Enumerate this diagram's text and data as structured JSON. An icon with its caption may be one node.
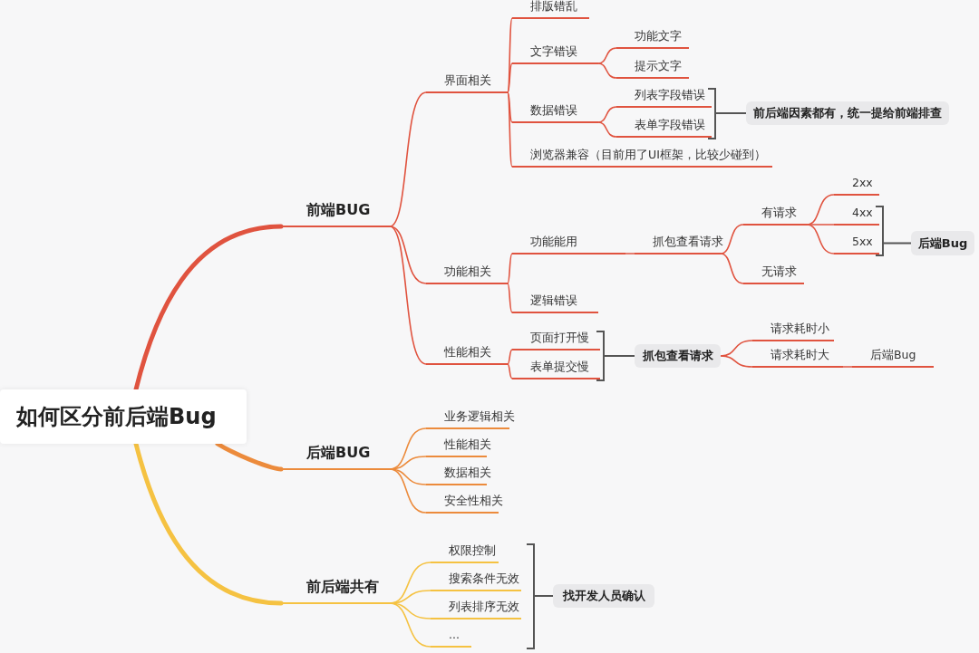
{
  "diagram": {
    "nodes": [
      {
        "text": [
          "如何区分前后端Bug"
        ]
      },
      {
        "text": [
          "前端BUG"
        ]
      },
      {
        "text": [
          "界面相关"
        ]
      },
      {
        "text": [
          "排版错乱"
        ]
      },
      {
        "text": [
          "文字错误"
        ]
      },
      {
        "text": [
          "功能文字"
        ]
      },
      {
        "text": [
          "提示文字"
        ]
      },
      {
        "text": [
          "数据错误"
        ]
      },
      {
        "text": [
          "列表字段错误"
        ]
      },
      {
        "text": [
          "表单字段错误"
        ]
      },
      {
        "text": [
          "前后端因素都有，统一提给前端排查"
        ]
      },
      {
        "text": [
          "浏览器兼容（目前用了UI框架，比较少碰到）"
        ]
      },
      {
        "text": [
          "功能相关"
        ]
      },
      {
        "text": [
          "功能能用"
        ]
      },
      {
        "text": [
          "抓包查看请求"
        ]
      },
      {
        "text": [
          "有请求"
        ]
      },
      {
        "text": [
          "2xx"
        ]
      },
      {
        "text": [
          "4xx"
        ]
      },
      {
        "text": [
          "5xx"
        ]
      },
      {
        "text": [
          "后端Bug"
        ]
      },
      {
        "text": [
          "无请求"
        ]
      },
      {
        "text": [
          "逻辑错误"
        ]
      },
      {
        "text": [
          "性能相关"
        ]
      },
      {
        "text": [
          "页面打开慢"
        ]
      },
      {
        "text": [
          "表单提交慢"
        ]
      },
      {
        "text": [
          "抓包查看请求"
        ]
      },
      {
        "text": [
          "请求耗时小"
        ]
      },
      {
        "text": [
          "请求耗时大"
        ]
      },
      {
        "text": [
          "后端Bug"
        ]
      },
      {
        "text": [
          "后端BUG"
        ]
      },
      {
        "text": [
          "业务逻辑相关"
        ]
      },
      {
        "text": [
          "性能相关"
        ]
      },
      {
        "text": [
          "数据相关"
        ]
      },
      {
        "text": [
          "安全性相关"
        ]
      },
      {
        "text": [
          "前后端共有"
        ]
      },
      {
        "text": [
          "权限控制"
        ]
      },
      {
        "text": [
          "搜索条件无效"
        ]
      },
      {
        "text": [
          "列表排序无效"
        ]
      },
      {
        "text": [
          "..."
        ]
      },
      {
        "text": [
          "找开发人员确认"
        ]
      }
    ],
    "edges": [
      {
        "from": 0,
        "to": 1,
        "arrow": "none",
        "style": "thick"
      },
      {
        "from": 0,
        "to": 29,
        "arrow": "none",
        "style": "thick",
        "color": "#ec8b3c"
      },
      {
        "from": 0,
        "to": 34,
        "arrow": "none",
        "style": "thick",
        "color": "#f5c242"
      },
      {
        "from": 1,
        "to": 2,
        "arrow": "none"
      },
      {
        "from": 1,
        "to": 12,
        "arrow": "none"
      },
      {
        "from": 1,
        "to": 22,
        "arrow": "none"
      },
      {
        "from": 2,
        "to": 3,
        "arrow": "none"
      },
      {
        "from": 2,
        "to": 4,
        "arrow": "none"
      },
      {
        "from": 2,
        "to": 7,
        "arrow": "none"
      },
      {
        "from": 2,
        "to": 11,
        "arrow": "none"
      },
      {
        "from": 4,
        "to": 5,
        "arrow": "none"
      },
      {
        "from": 4,
        "to": 6,
        "arrow": "none"
      },
      {
        "from": 7,
        "to": 8,
        "arrow": "none"
      },
      {
        "from": 7,
        "to": 9,
        "arrow": "none"
      },
      {
        "from": 8,
        "to": 10,
        "arrow": "none",
        "color": "#555555"
      },
      {
        "from": 9,
        "to": 10,
        "arrow": "none",
        "color": "#555555"
      },
      {
        "from": 12,
        "to": 13,
        "arrow": "none"
      },
      {
        "from": 12,
        "to": 21,
        "arrow": "none"
      },
      {
        "from": 13,
        "to": 14,
        "arrow": "none"
      },
      {
        "from": 14,
        "to": 15,
        "arrow": "none"
      },
      {
        "from": 14,
        "to": 20,
        "arrow": "none"
      },
      {
        "from": 15,
        "to": 16,
        "arrow": "none"
      },
      {
        "from": 15,
        "to": 17,
        "arrow": "none"
      },
      {
        "from": 15,
        "to": 18,
        "arrow": "none"
      },
      {
        "from": 17,
        "to": 19,
        "arrow": "none",
        "color": "#555555"
      },
      {
        "from": 18,
        "to": 19,
        "arrow": "none",
        "color": "#555555"
      },
      {
        "from": 22,
        "to": 23,
        "arrow": "none"
      },
      {
        "from": 22,
        "to": 24,
        "arrow": "none"
      },
      {
        "from": 23,
        "to": 25,
        "arrow": "none",
        "color": "#555555"
      },
      {
        "from": 24,
        "to": 25,
        "arrow": "none",
        "color": "#555555"
      },
      {
        "from": 25,
        "to": 26,
        "arrow": "none"
      },
      {
        "from": 25,
        "to": 27,
        "arrow": "none"
      },
      {
        "from": 27,
        "to": 28,
        "arrow": "none"
      },
      {
        "from": 29,
        "to": 30,
        "arrow": "none",
        "color": "#ec8b3c"
      },
      {
        "from": 29,
        "to": 31,
        "arrow": "none",
        "color": "#ec8b3c"
      },
      {
        "from": 29,
        "to": 32,
        "arrow": "none",
        "color": "#ec8b3c"
      },
      {
        "from": 29,
        "to": 33,
        "arrow": "none",
        "color": "#ec8b3c"
      },
      {
        "from": 34,
        "to": 35,
        "arrow": "none",
        "color": "#f5c242"
      },
      {
        "from": 34,
        "to": 36,
        "arrow": "none",
        "color": "#f5c242"
      },
      {
        "from": 34,
        "to": 37,
        "arrow": "none",
        "color": "#f5c242"
      },
      {
        "from": 34,
        "to": 38,
        "arrow": "none",
        "color": "#f5c242"
      },
      {
        "from": 35,
        "to": 39,
        "arrow": "none",
        "color": "#555555"
      },
      {
        "from": 36,
        "to": 39,
        "arrow": "none",
        "color": "#555555"
      },
      {
        "from": 37,
        "to": 39,
        "arrow": "none",
        "color": "#555555"
      },
      {
        "from": 38,
        "to": 39,
        "arrow": "none",
        "color": "#555555"
      }
    ]
  }
}
